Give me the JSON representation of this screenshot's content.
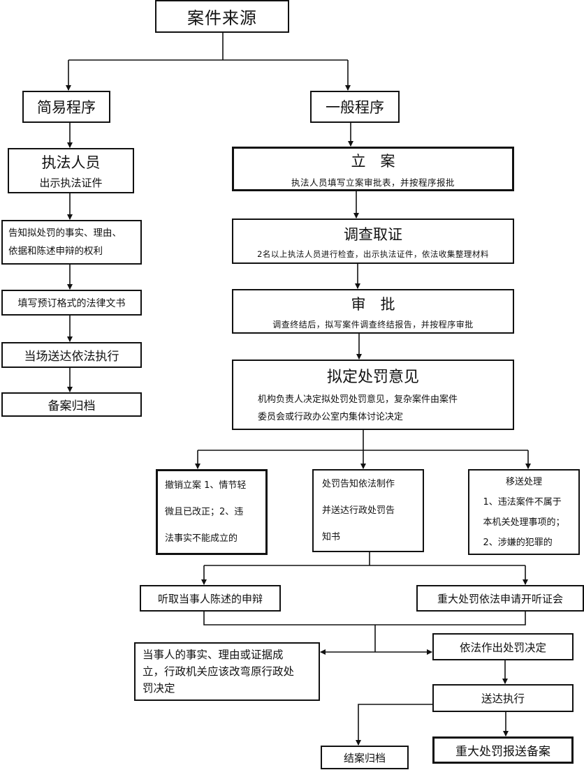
{
  "diagram": {
    "type": "flowchart",
    "root": {
      "title": "案件来源"
    },
    "simple": {
      "header": "简易程序",
      "steps": [
        {
          "title": "执法人员",
          "subtitle": "出示执法证件"
        },
        {
          "lines": [
            "告知拟处罚的事实、理由、",
            "依据和陈述申辩的权利"
          ]
        },
        {
          "title": "填写预订格式的法律文书"
        },
        {
          "title": "当场送达依法执行"
        },
        {
          "title": "备案归档"
        }
      ]
    },
    "general": {
      "header": "一般程序",
      "steps": [
        {
          "title": "立　案",
          "subtitle": "执法人员填写立案审批表，并按程序报批"
        },
        {
          "title": "调查取证",
          "subtitle": "2名以上执法人员进行检查，出示执法证件，依法收集整理材料"
        },
        {
          "title": "审　批",
          "subtitle": "调查终结后，拟写案件调查终结报告，并按程序审批"
        },
        {
          "title": "拟定处罚意见",
          "lines": [
            "机构负责人决定拟处罚处罚意见，复杂案件由案件",
            "委员会或行政办公室内集体讨论决定"
          ]
        }
      ],
      "branches": {
        "revoke": {
          "lines": [
            "撤销立案 1、情节轻",
            "微且已改正；2、违",
            "法事实不能成立的"
          ]
        },
        "notice": {
          "lines": [
            "处罚告知依法制作",
            "并送达行政处罚告",
            "知书"
          ]
        },
        "transfer": {
          "title": "移送处理",
          "lines": [
            "1、违法案件不属于",
            "本机关处理事项的；",
            "2、涉嫌的犯罪的"
          ]
        }
      },
      "after_notice": {
        "statement": "听取当事人陈述的申辩",
        "hearing": "重大处罚依法申请开听证会"
      },
      "outcomes": {
        "change": {
          "lines": [
            "当事人的事实、理由或证据成",
            "立，行政机关应该改弯原行政处",
            "罚决定"
          ]
        },
        "decision": "依法作出处罚决定",
        "execute": "送达执行",
        "close": "结案归档",
        "report": "重大处罚报送备案"
      }
    }
  }
}
